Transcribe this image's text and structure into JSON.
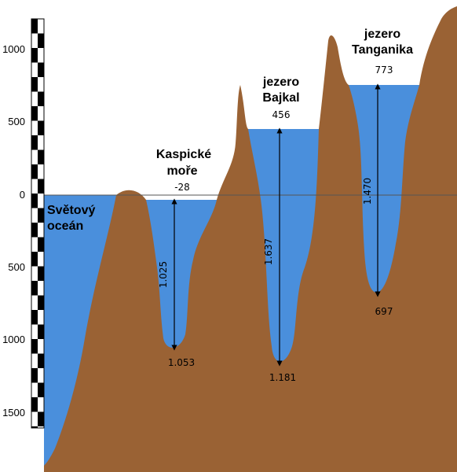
{
  "diagram": {
    "scale_ticks": [
      "1000",
      "500",
      "0",
      "500",
      "1000",
      "1500"
    ],
    "colors": {
      "earth": "#9a6234",
      "water": "#4a8fdc",
      "sea_level_line": "#555555"
    },
    "bodies": [
      {
        "name_lines": [
          "Světový",
          "oceán"
        ]
      },
      {
        "name_lines": [
          "Kaspické",
          "moře"
        ],
        "surface_elevation": "-28",
        "max_depth": "1.025",
        "bottom_elevation": "1.053"
      },
      {
        "name_lines": [
          "jezero",
          "Bajkal"
        ],
        "surface_elevation": "456",
        "max_depth": "1.637",
        "bottom_elevation": "1.181"
      },
      {
        "name_lines": [
          "jezero",
          "Tanganika"
        ],
        "surface_elevation": "773",
        "max_depth": "1.470",
        "bottom_elevation": "697"
      }
    ]
  }
}
